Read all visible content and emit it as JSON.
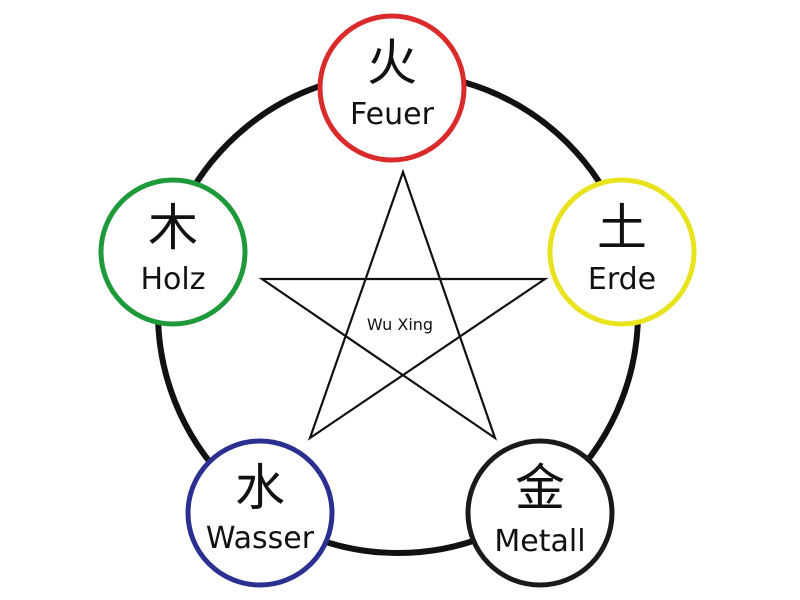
{
  "center": {
    "label": "Wu Xing"
  },
  "elements": [
    {
      "key": "fire",
      "glyph": "火",
      "label": "Feuer",
      "ring_color": "#d92b2b"
    },
    {
      "key": "earth",
      "glyph": "土",
      "label": "Erde",
      "ring_color": "#e8e31c"
    },
    {
      "key": "metal",
      "glyph": "金",
      "label": "Metall",
      "ring_color": "#1a1a1a"
    },
    {
      "key": "water",
      "glyph": "水",
      "label": "Wasser",
      "ring_color": "#2b2f8f"
    },
    {
      "key": "wood",
      "glyph": "木",
      "label": "Holz",
      "ring_color": "#1f9a3a"
    }
  ],
  "colors": {
    "outline": "#111111",
    "background": "#ffffff"
  }
}
